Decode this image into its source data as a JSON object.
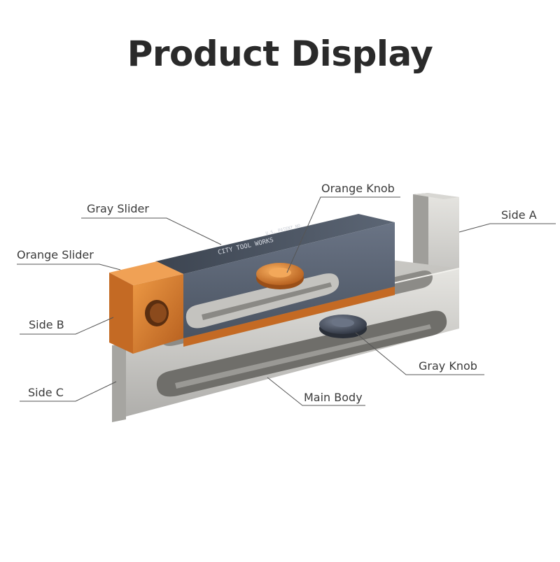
{
  "title": "Product Display",
  "labels": {
    "orange_knob": "Orange Knob",
    "gray_slider": "Gray Slider",
    "side_a": "Side A",
    "orange_slider": "Orange Slider",
    "side_b": "Side B",
    "gray_knob": "Gray Knob",
    "side_c": "Side C",
    "main_body": "Main Body"
  },
  "engraving": {
    "brand": "CITY TOOL WORKS",
    "patent": "U.S. PATENT NO."
  },
  "colors": {
    "orange": "#d9772a",
    "slate": "#5c6675",
    "silver": "#c9c8c4",
    "leader": "#555555"
  }
}
